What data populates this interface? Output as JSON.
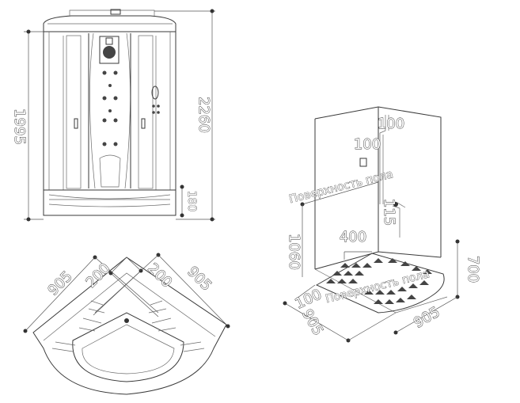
{
  "front_view": {
    "total_height": "2260",
    "cabin_height": "1995",
    "tray_height": "180"
  },
  "plan_view": {
    "side_left": "905",
    "side_right": "905",
    "offset_left": "200",
    "offset_right": "200"
  },
  "iso_view": {
    "top_offset": "100",
    "outlet_offset": "100",
    "side_inlet": "115",
    "floor_offset": "400",
    "wall_height": "1060",
    "pipe_height": "700",
    "front_offset": "100",
    "width_left": "905",
    "width_right": "905",
    "wall_label": "Поверхность пола",
    "floor_label": "Поверхность пола"
  }
}
